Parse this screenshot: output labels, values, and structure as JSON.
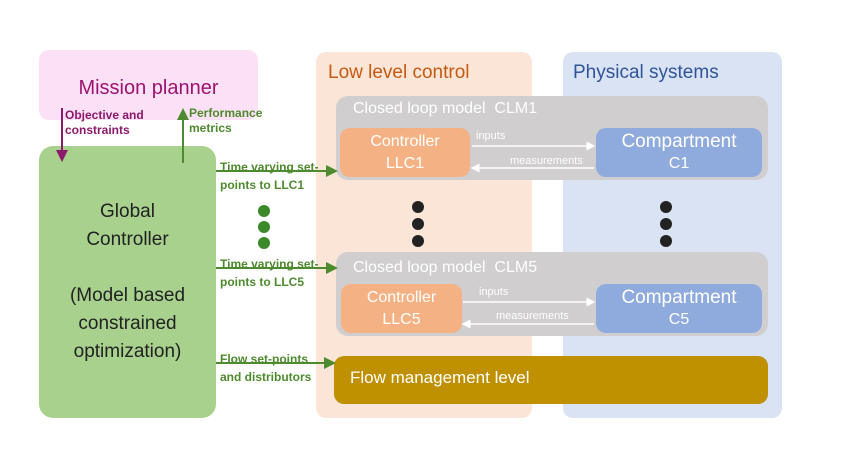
{
  "mission_planner": {
    "title": "Mission planner"
  },
  "objective_label": [
    "Objective and",
    "constraints"
  ],
  "performance_label": [
    "Performance",
    "metrics"
  ],
  "global_controller": {
    "lines": [
      "Global",
      "Controller",
      "",
      "(Model based",
      "constrained",
      "optimization)"
    ]
  },
  "setpoint_labels": {
    "llc1": [
      "Time varying set-",
      "points to LLC1"
    ],
    "llc5": [
      "Time varying set-",
      "points to LLC5"
    ],
    "flow": [
      "Flow set-points",
      "and distributors"
    ]
  },
  "low_level_control": {
    "title": "Low level control"
  },
  "physical_systems": {
    "title": "Physical systems"
  },
  "clm1": {
    "title": "Closed loop model  CLM1",
    "controller": [
      "Controller",
      "LLC1"
    ],
    "compartment": [
      "Compartment",
      "C1"
    ],
    "inputs": "inputs",
    "measurements": "measurements"
  },
  "clm5": {
    "title": "Closed loop model  CLM5",
    "controller": [
      "Controller",
      "LLC5"
    ],
    "compartment": [
      "Compartment",
      "C5"
    ],
    "inputs": "inputs",
    "measurements": "measurements"
  },
  "flow_management": {
    "title": "Flow management level"
  },
  "colors": {
    "mission": "#fce0f5",
    "global": "#a9d18e",
    "low_level": "#fbe5d6",
    "physical": "#dae3f3",
    "clm": "#d0cece",
    "controller": "#f4b183",
    "compartment": "#8faadc",
    "flow": "#bf9000"
  }
}
